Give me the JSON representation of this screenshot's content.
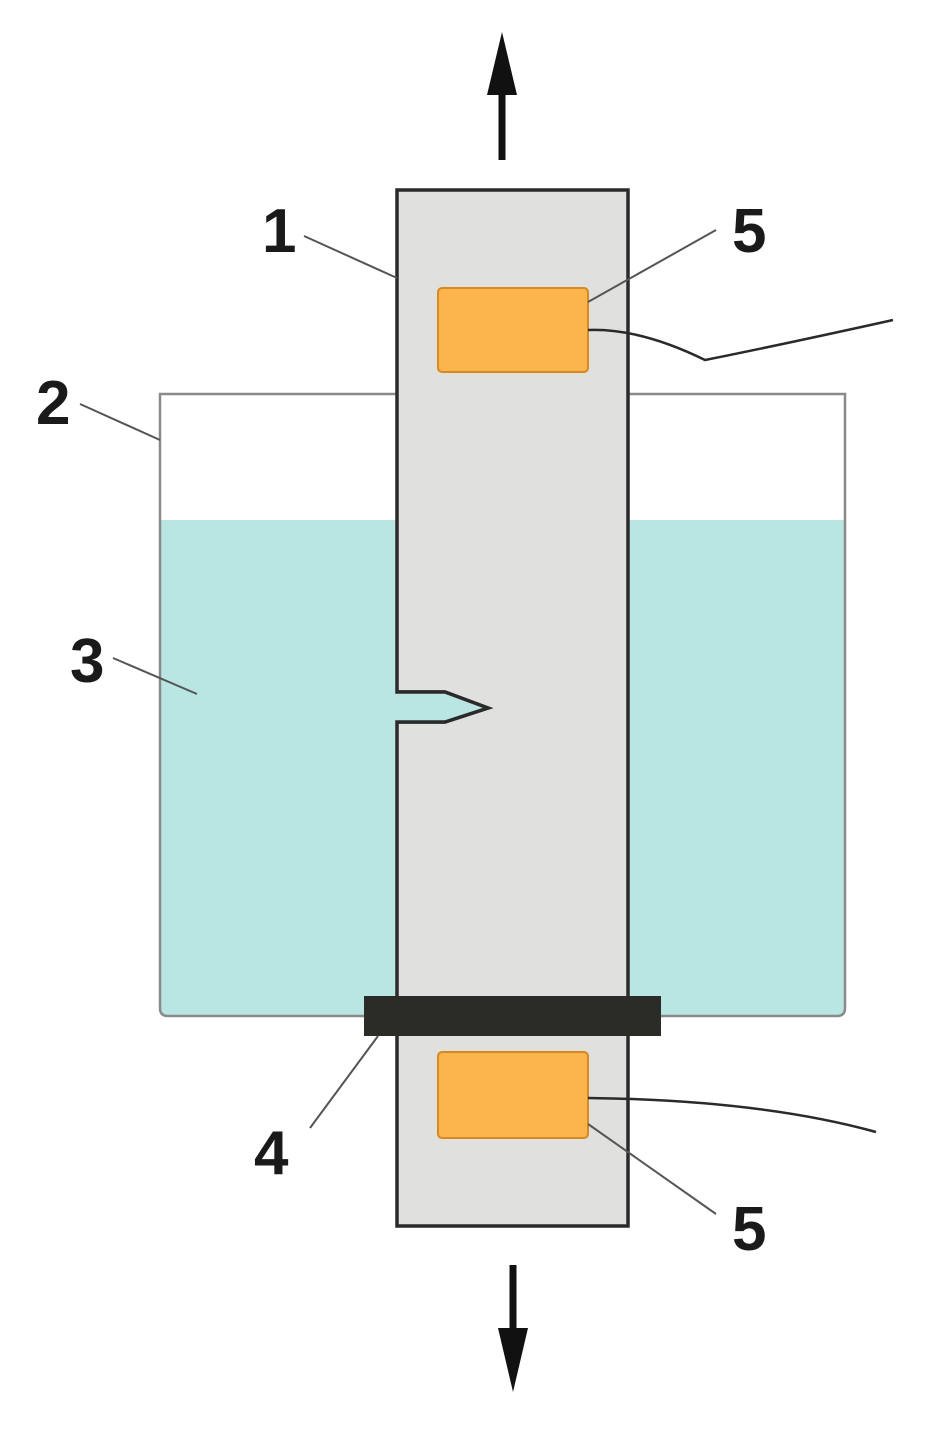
{
  "labels": {
    "specimen": "1",
    "container": "2",
    "liquid": "3",
    "seal": "4",
    "gauge_top": "5",
    "gauge_bottom": "5"
  },
  "colors": {
    "specimen_fill": "#e0e0df",
    "outline": "#2a2a2a",
    "liquid_fill": "#b9e6e3",
    "gauge_fill": "#fbb54c",
    "gauge_stroke": "#d68a20",
    "seal_fill": "#2b2b27",
    "container_stroke": "#8a8a8a",
    "arrow": "#111111"
  },
  "icons": {
    "up_arrow": "arrow-up-icon",
    "down_arrow": "arrow-down-icon"
  }
}
